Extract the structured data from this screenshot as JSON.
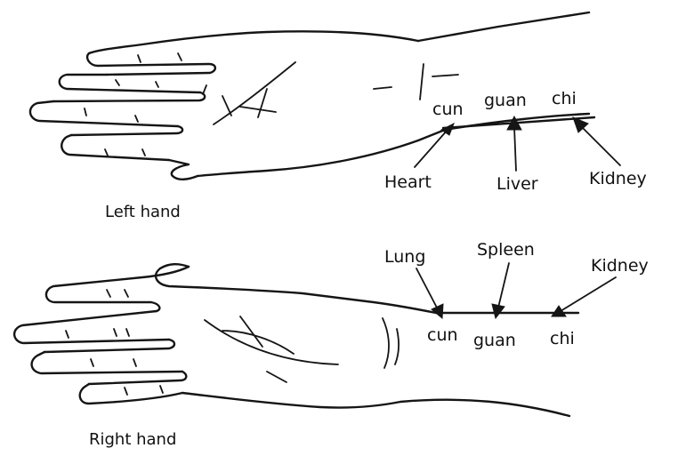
{
  "diagram": {
    "left_hand": {
      "caption": "Left hand",
      "positions": [
        "cun",
        "guan",
        "chi"
      ],
      "organs": [
        "Heart",
        "Liver",
        "Kidney"
      ]
    },
    "right_hand": {
      "caption": "Right hand",
      "positions": [
        "cun",
        "guan",
        "chi"
      ],
      "organs": [
        "Lung",
        "Spleen",
        "Kidney"
      ]
    }
  }
}
